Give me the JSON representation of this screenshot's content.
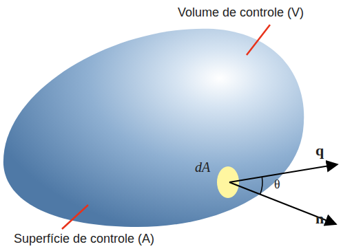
{
  "diagram": {
    "labels": [
      "Volume de controle (V)",
      "Superfície de controle (A)",
      "dA",
      "q",
      "n",
      "θ"
    ]
  }
}
